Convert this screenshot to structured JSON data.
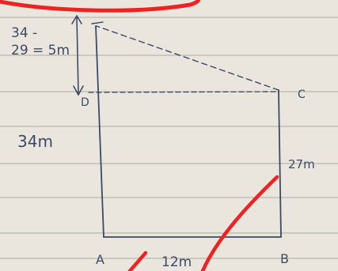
{
  "diagram": {
    "note_line1": "34 -",
    "note_line2": "29 = 5m",
    "side_left_label": "34m",
    "side_right_label": "27m",
    "bottom_label": "12m",
    "vertex_a": "A",
    "vertex_b": "B",
    "vertex_c": "C",
    "vertex_d": "D"
  },
  "colors": {
    "paper": "#eae6dd",
    "ink": "#3c4a66",
    "rule": "#b9b6ae",
    "correction": "#ee2222"
  }
}
